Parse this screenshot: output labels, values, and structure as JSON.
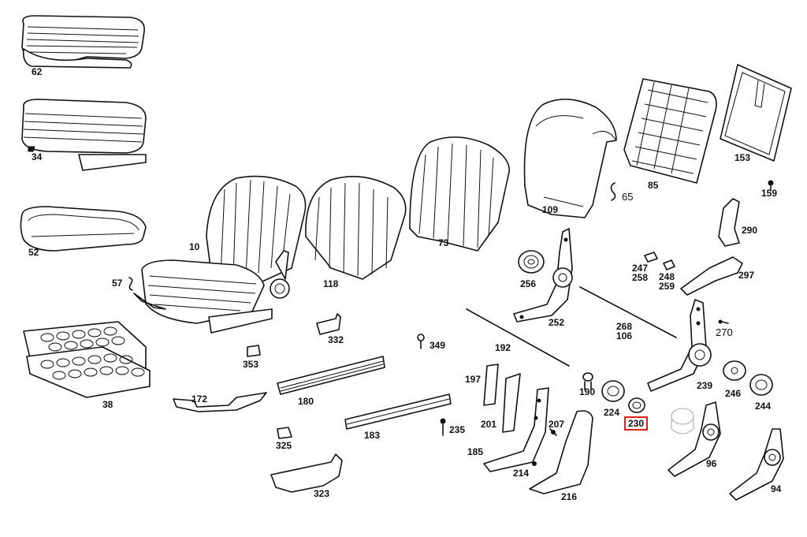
{
  "parts": {
    "p62": "62",
    "p34": "34",
    "p52": "52",
    "p38": "38",
    "p57": "57",
    "p10": "10",
    "p118": "118",
    "p73": "73",
    "p109": "109",
    "p65": "65",
    "p85": "85",
    "p153": "153",
    "p159": "159",
    "p290": "290",
    "p297": "297",
    "p247_258": "247\n258",
    "p248_259": "248\n259",
    "p256": "256",
    "p252": "252",
    "p268_106": "268\n106",
    "p270": "270",
    "p332": "332",
    "p353": "353",
    "p349": "349",
    "p192": "192",
    "p172": "172",
    "p180": "180",
    "p183": "183",
    "p235": "235",
    "p325": "325",
    "p323": "323",
    "p197": "197",
    "p190": "190",
    "p224": "224",
    "p230": "230",
    "p239": "239",
    "p246": "246",
    "p244": "244",
    "p201": "201",
    "p207": "207",
    "p185": "185",
    "p214": "214",
    "p216": "216",
    "p96": "96",
    "p94": "94"
  },
  "highlight": {
    "part": "230",
    "color": "#e0201b"
  }
}
